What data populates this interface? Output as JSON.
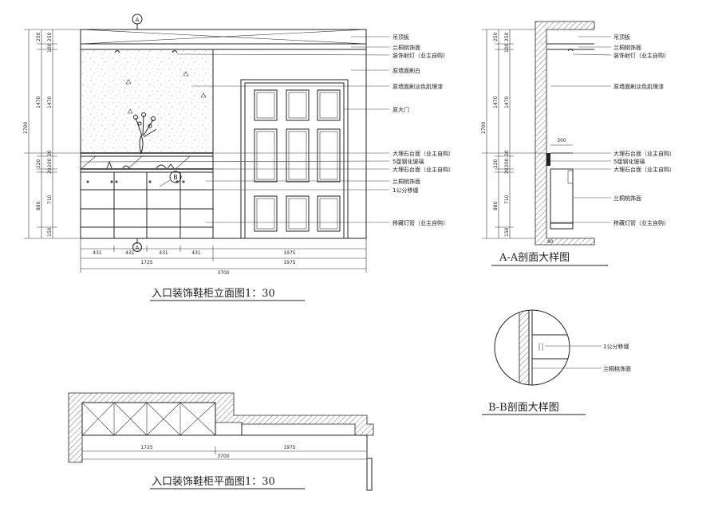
{
  "elevation": {
    "title": "入口装饰鞋柜立面图1：30",
    "section_markers": [
      "A",
      "A"
    ],
    "vertical_dims": [
      "2700",
      "250",
      "100",
      "1470",
      "220",
      "20",
      "200",
      "20",
      "710",
      "880",
      "150"
    ],
    "horizontal_dims_top": [
      "431",
      "431",
      "431",
      "431",
      "1975"
    ],
    "horizontal_dims_mid": [
      "1725",
      "1975"
    ],
    "horizontal_dims_total": "3700",
    "door_label": "B",
    "callouts": [
      "吊顶板",
      "兰桐桃饰面",
      "装饰射灯（业主自购）",
      "原墙面刷白",
      "原墙面刷淡色肌理漆",
      "原大门",
      "大理石台面（业主自购）",
      "5厘钢化玻璃",
      "大理石台面（业主自购）",
      "兰桐桃饰面",
      "1公分移缝",
      "移藏灯管（业主自购）"
    ]
  },
  "section_a": {
    "title": "A-A剖面大样图",
    "vertical_dims": [
      "2700",
      "250",
      "100",
      "1470",
      "220",
      "20",
      "200",
      "20",
      "710",
      "880",
      "150"
    ],
    "dim_300": "300",
    "dim_80": "80",
    "callouts": [
      "吊顶板",
      "兰桐桃饰面",
      "装饰射灯（业主自购）",
      "原墙面刷淡色肌理漆",
      "大理石台面（业主自购）",
      "5厘钢化玻璃",
      "大理石台面（业主自购）",
      "兰桐桃饰面",
      "移藏灯管（业主自购）"
    ]
  },
  "section_b": {
    "title": "B-B剖面大样图",
    "callouts": [
      "1公分移缝",
      "兰桐桃饰面"
    ]
  },
  "plan": {
    "title": "入口装饰鞋柜平面图1：30",
    "dims": [
      "1725",
      "1975",
      "3700"
    ]
  }
}
